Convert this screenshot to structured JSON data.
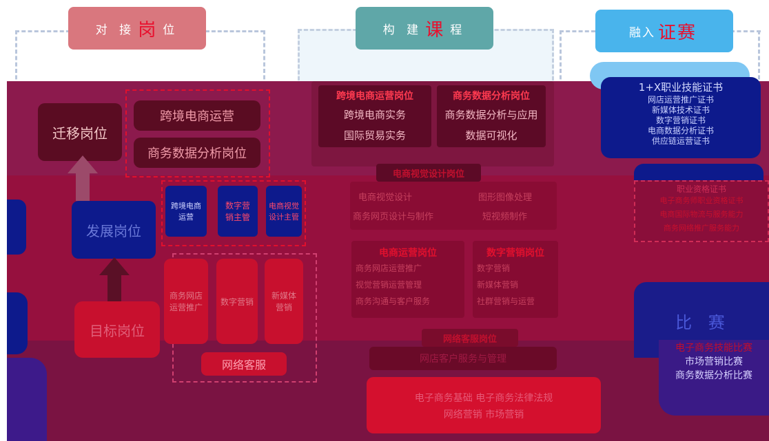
{
  "columns": {
    "left": {
      "header_pre": "对 接",
      "header_em": "岗",
      "header_post": "位",
      "color": "#d9777e"
    },
    "middle": {
      "header_pre": "构 建",
      "header_em": "课",
      "header_post": "程",
      "color": "#5fa7a8"
    },
    "right": {
      "header_pre": "融入",
      "header_em": "证赛",
      "header_post": "",
      "color": "#49b4ec"
    }
  },
  "left_panel": {
    "migration_label": "迁移岗位",
    "migration_items": [
      "跨境电商运营",
      "商务数据分析岗位"
    ],
    "development_label": "发展岗位",
    "development_items": [
      "数字营销主管",
      "电商视觉设计主管"
    ],
    "target_label": "目标岗位",
    "network_label": "网络客服"
  },
  "middle_panel": {
    "groups": [
      {
        "title": "跨境电商运营岗位",
        "items": [
          "跨境电商实务",
          "国际贸易实务"
        ]
      },
      {
        "title": "商务数据分析岗位",
        "items": [
          "商务数据分析与应用",
          "数据可视化"
        ]
      }
    ],
    "visual_title": "电商视觉设计岗位",
    "visual_items": [
      "电商视觉设计",
      "商务网页设计与制作",
      "图形图像处理",
      "短视频制作"
    ],
    "ops_group": {
      "title": "电商运营岗位",
      "items": [
        "商务网店运营推广",
        "视觉营销运营管理",
        "商务沟通与客户服务"
      ]
    },
    "marketing_group": {
      "title": "数字营销岗位",
      "items": [
        "数字营销",
        "新媒体营销",
        "社群营销与运营"
      ]
    },
    "service_title": "网络客服岗位",
    "service_item": "网店客户服务与管理",
    "bottom_lines": [
      "电子商务基础 电子商务法律法规",
      "网络营销 市场营销"
    ]
  },
  "right_panel": {
    "cert_header": "1+X职业技能证书",
    "certs": [
      "网店运营推广证书",
      "新媒体技术证书",
      "数字营销证书",
      "电商数据分析证书",
      "供应链运营证书"
    ],
    "pro_header": "职业资格证书",
    "pro_items": [
      "电子商务师职业资格证书",
      "电商国际物流与服务能力",
      "商务网络推广服务能力"
    ],
    "contest_label": "比 赛",
    "contests": [
      "电子商务技能比赛",
      "市场营销比赛",
      "商务数据分析比赛"
    ]
  }
}
